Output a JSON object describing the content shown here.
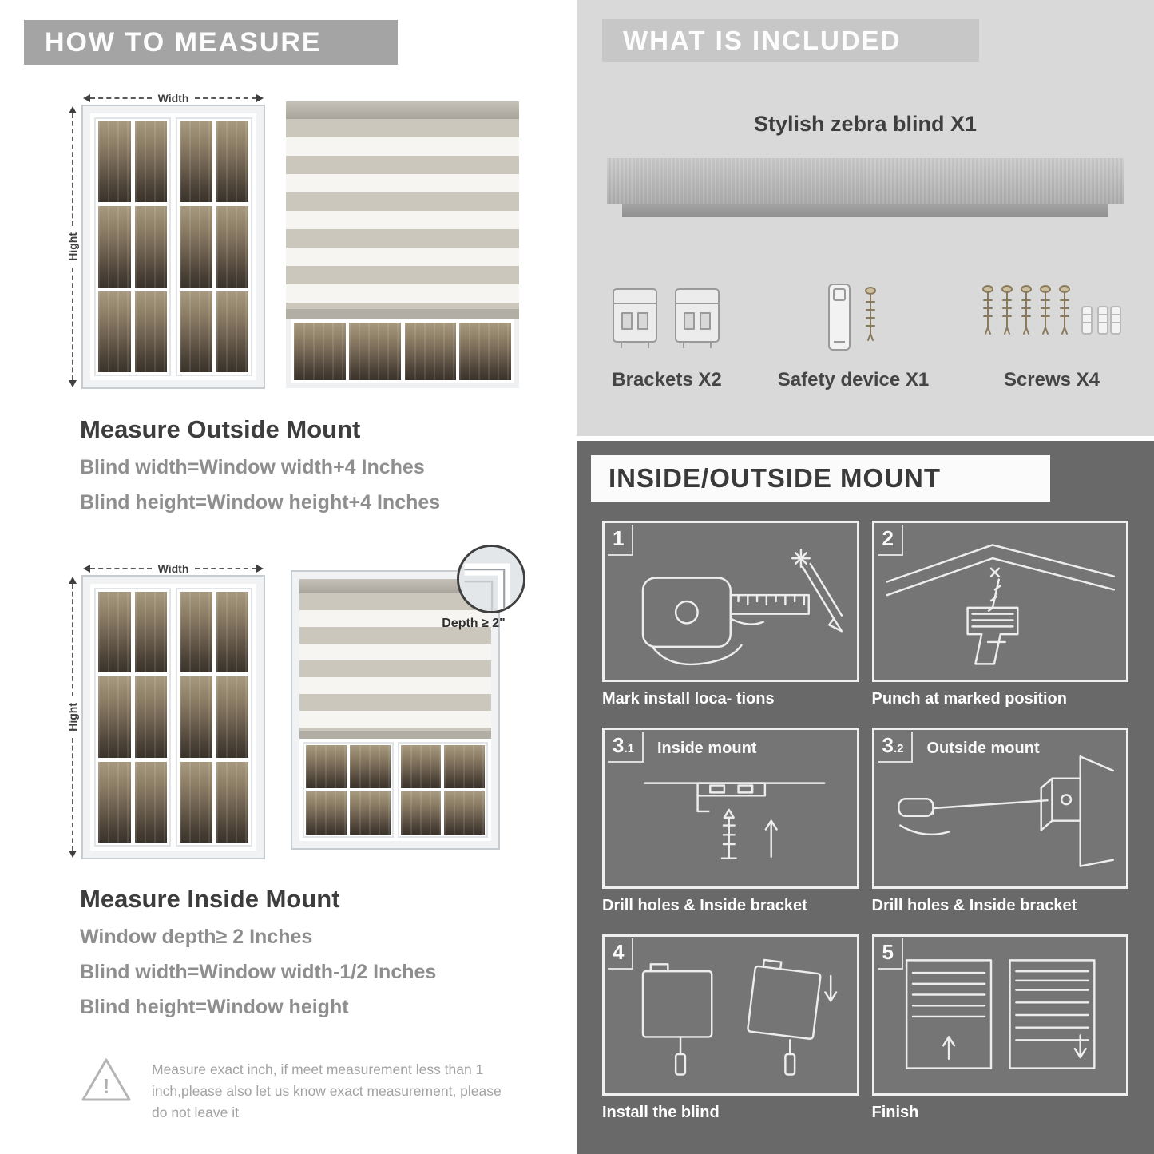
{
  "left": {
    "header": "HOW TO MEASURE",
    "outside": {
      "width_label": "Width",
      "height_label": "Hight",
      "title": "Measure Outside Mount",
      "line1": "Blind width=Window width+4 Inches",
      "line2": "Blind height=Window height+4 Inches"
    },
    "inside": {
      "width_label": "Width",
      "height_label": "Hight",
      "depth_note": "Depth ≥ 2\"",
      "title": "Measure Inside Mount",
      "line1": "Window depth≥ 2 Inches",
      "line2": "Blind width=Window width-1/2 Inches",
      "line3": "Blind height=Window height"
    },
    "warning_mark": "!",
    "warning": "Measure exact inch, if meet measurement less than 1 inch,please also let us know exact measurement, please do not leave it"
  },
  "included": {
    "header": "WHAT IS INCLUDED",
    "product": "Stylish zebra blind X1",
    "items": [
      {
        "label": "Brackets X2"
      },
      {
        "label": "Safety device X1"
      },
      {
        "label": "Screws X4"
      }
    ]
  },
  "mount": {
    "header": "INSIDE/OUTSIDE MOUNT",
    "steps": [
      {
        "num": "1",
        "sub": "",
        "inner": "",
        "caption": "Mark install loca- tions"
      },
      {
        "num": "2",
        "sub": "",
        "inner": "",
        "caption": "Punch at  marked position"
      },
      {
        "num": "3",
        "sub": ".1",
        "inner": "Inside mount",
        "caption": "Drill holes &  Inside bracket"
      },
      {
        "num": "3",
        "sub": ".2",
        "inner": "Outside mount",
        "caption": "Drill holes &  Inside bracket"
      },
      {
        "num": "4",
        "sub": "",
        "inner": "",
        "caption": "Install the blind"
      },
      {
        "num": "5",
        "sub": "",
        "inner": "",
        "caption": "Finish"
      }
    ]
  }
}
